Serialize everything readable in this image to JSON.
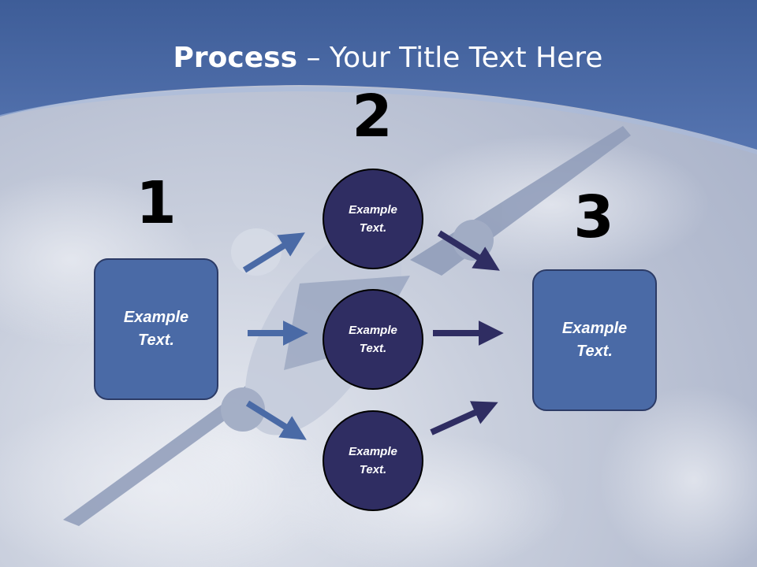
{
  "title": {
    "bold": "Process",
    "rest": " – Your Title Text Here"
  },
  "numbers": {
    "n1": "1",
    "n2": "2",
    "n3": "3"
  },
  "left_box": {
    "text": "Example\nText."
  },
  "right_box": {
    "text": "Example\nText."
  },
  "circles": [
    {
      "text": "Example\nText."
    },
    {
      "text": "Example\nText."
    },
    {
      "text": "Example\nText."
    }
  ],
  "colors": {
    "header": "#4a6aa6",
    "box": "#4a6aa6",
    "circle": "#2f2d62",
    "arrow_light": "#4a6aa6",
    "arrow_dark": "#2f2d62"
  }
}
